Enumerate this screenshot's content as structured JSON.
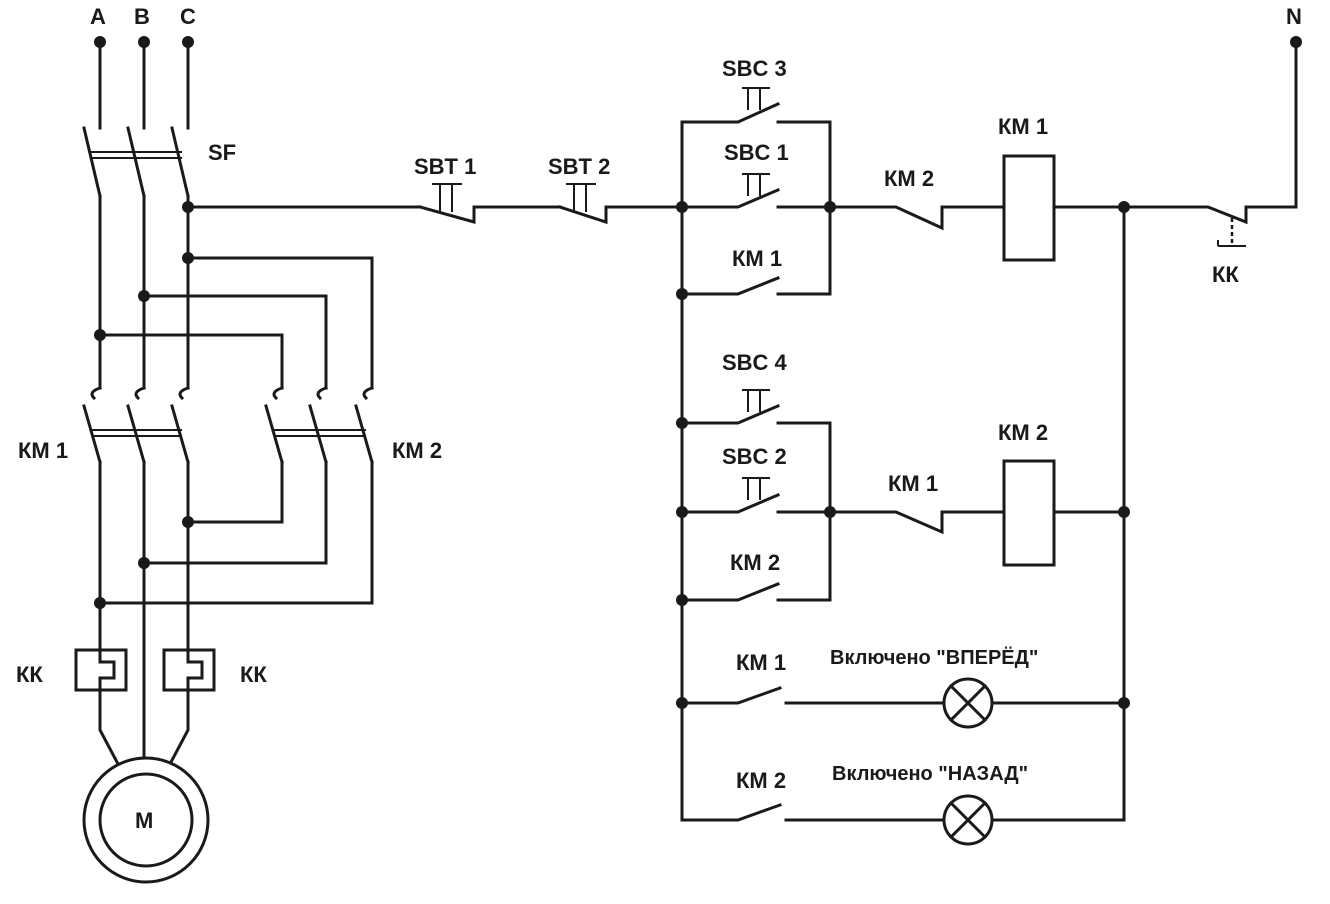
{
  "power_circuit": {
    "phases": [
      "A",
      "B",
      "C"
    ],
    "breaker": "SF",
    "contactor_forward": "КМ 1",
    "contactor_reverse": "КМ 2",
    "thermal_relay_left": "КК",
    "thermal_relay_right": "КК",
    "motor": "М"
  },
  "control_circuit": {
    "neutral": "N",
    "stop_button_1": "SBT 1",
    "stop_button_2": "SBT 2",
    "forward": {
      "start_button_remote": "SBC 3",
      "start_button": "SBC 1",
      "self_hold_contact": "КМ 1",
      "interlock_contact": "КМ 2",
      "coil": "КМ 1"
    },
    "reverse": {
      "start_button_remote": "SBC 4",
      "start_button": "SBC 2",
      "self_hold_contact": "КМ 2",
      "interlock_contact": "КМ 1",
      "coil": "КМ 2"
    },
    "overload_contact": "КК",
    "indicator_forward": {
      "contact": "КМ 1",
      "text": "Включено \"ВПЕРЁД\""
    },
    "indicator_reverse": {
      "contact": "КМ 2",
      "text": "Включено \"НАЗАД\""
    }
  }
}
